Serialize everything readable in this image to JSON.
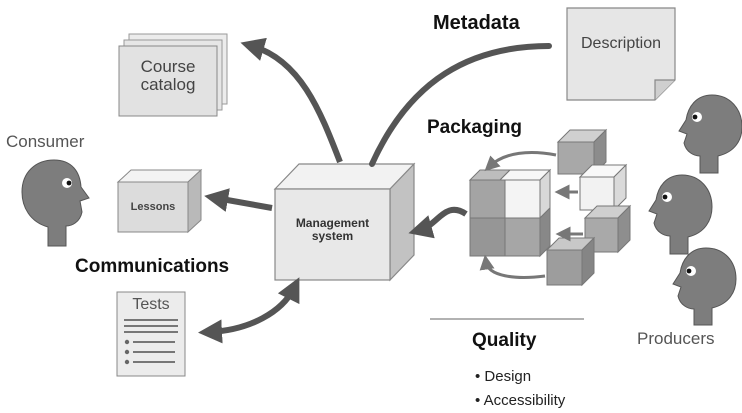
{
  "labels": {
    "metadata": "Metadata",
    "description": "Description",
    "course_catalog": "Course catalog",
    "consumer": "Consumer",
    "packaging": "Packaging",
    "lessons": "Lessons",
    "management_system": "Management system",
    "communications": "Communications",
    "tests": "Tests",
    "quality": "Quality",
    "quality_items": [
      "Design",
      "Accessibility"
    ],
    "producers": "Producers"
  },
  "colors": {
    "arrow": "#555555",
    "box_face": "#e9e9e9",
    "box_side": "#c4c4c4",
    "head": "#7e7e7e",
    "block_dark": "#9a9a9a",
    "block_light": "#f4f4f4"
  }
}
